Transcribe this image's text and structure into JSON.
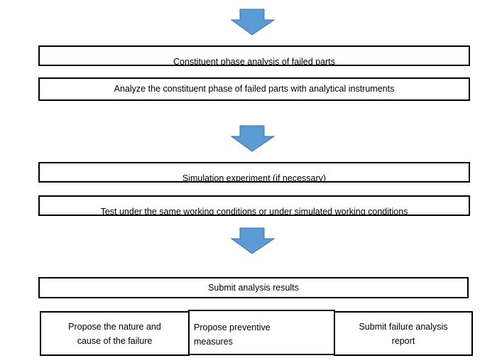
{
  "colors": {
    "arrow_fill": "#5b9bd5",
    "arrow_stroke": "#41719c",
    "border": "#000000"
  },
  "steps": {
    "phase_title": "Constituent phase analysis of failed parts",
    "phase_detail": "Analyze the constituent phase of failed parts with analytical instruments",
    "sim_title": "Simulation experiment (if necessary)",
    "sim_detail": "Test under the same working conditions or under simulated working conditions",
    "submit_title": "Submit analysis results"
  },
  "outcomes": {
    "nature_line1": "Propose the nature and",
    "nature_line2": "cause of the failure",
    "prevent_line1": "Propose preventive",
    "prevent_line2": "measures",
    "report_line1": "Submit failure analysis",
    "report_line2": "report"
  },
  "icons": [
    "arrow-down-icon"
  ]
}
